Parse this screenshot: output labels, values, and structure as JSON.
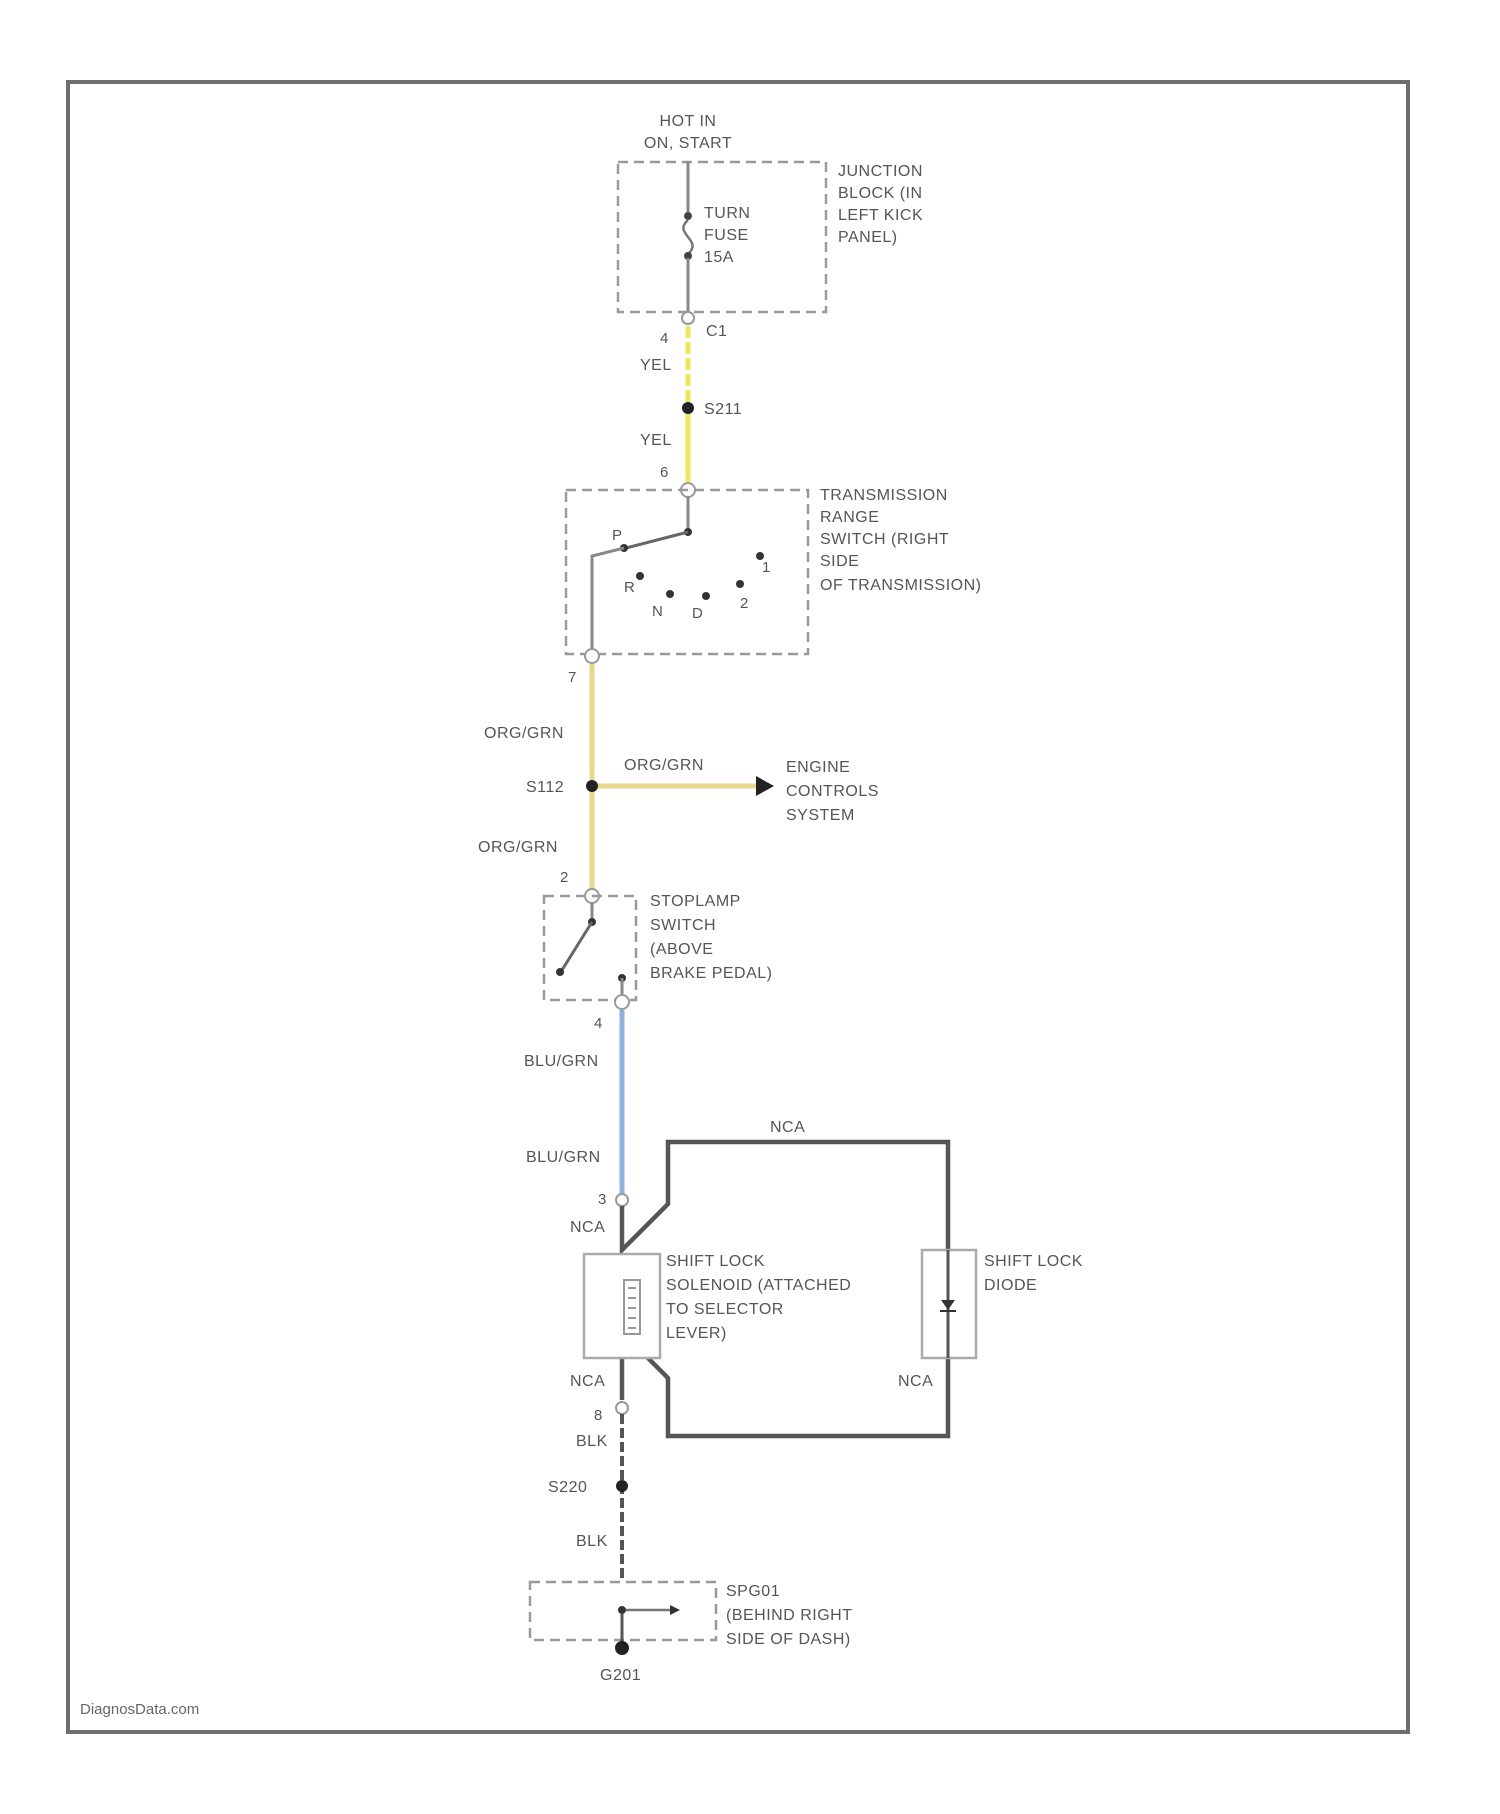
{
  "source_label": [
    "HOT IN",
    "ON, START"
  ],
  "junction_block": {
    "label": [
      "JUNCTION",
      "BLOCK (IN",
      "LEFT KICK",
      "PANEL)"
    ],
    "fuse_label": [
      "TURN",
      "FUSE",
      "15A"
    ],
    "connector": "C1",
    "pin": "4"
  },
  "splices": {
    "upper": "S211",
    "mid": "S112",
    "lower": "S220"
  },
  "wires": {
    "yellow_1": "YEL",
    "yellow_2": "YEL",
    "org_grn_1": "ORG/GRN",
    "org_grn_branch": "ORG/GRN",
    "org_grn_2": "ORG/GRN",
    "blu_grn_1": "BLU/GRN",
    "blu_grn_2": "BLU/GRN",
    "nca_top": "NCA",
    "nca_sol_top": "NCA",
    "nca_sol_bottom": "NCA",
    "nca_diode": "NCA",
    "blk_1": "BLK",
    "blk_2": "BLK"
  },
  "colors": {
    "yellow_wire": "#f0e65a",
    "org_grn_wire": "#e6d88c",
    "blu_grn_wire": "#8fb2de",
    "black_wire": "#555555",
    "frame": "#6e6e6e"
  },
  "trans_range_switch": {
    "label": [
      "TRANSMISSION",
      "RANGE",
      "SWITCH (RIGHT",
      "SIDE",
      "OF TRANSMISSION)"
    ],
    "pin_in": "6",
    "pin_out": "7",
    "positions": [
      "P",
      "R",
      "N",
      "D",
      "2",
      "1"
    ]
  },
  "engine_controls": {
    "label": [
      "ENGINE",
      "CONTROLS",
      "SYSTEM"
    ]
  },
  "stoplamp_switch": {
    "label": [
      "STOPLAMP",
      "SWITCH",
      "(ABOVE",
      "BRAKE PEDAL)"
    ],
    "pin_in": "2",
    "pin_out": "4"
  },
  "shift_lock_solenoid": {
    "label": [
      "SHIFT LOCK",
      "SOLENOID (ATTACHED",
      "TO SELECTOR",
      "LEVER)"
    ],
    "pin_in": "3",
    "pin_out": "8"
  },
  "shift_lock_diode": {
    "label": [
      "SHIFT LOCK",
      "DIODE"
    ]
  },
  "ground": {
    "label": [
      "SPG01",
      "(BEHIND RIGHT",
      "SIDE OF DASH)"
    ],
    "ground_id": "G201"
  },
  "watermark": "DiagnosData.com"
}
